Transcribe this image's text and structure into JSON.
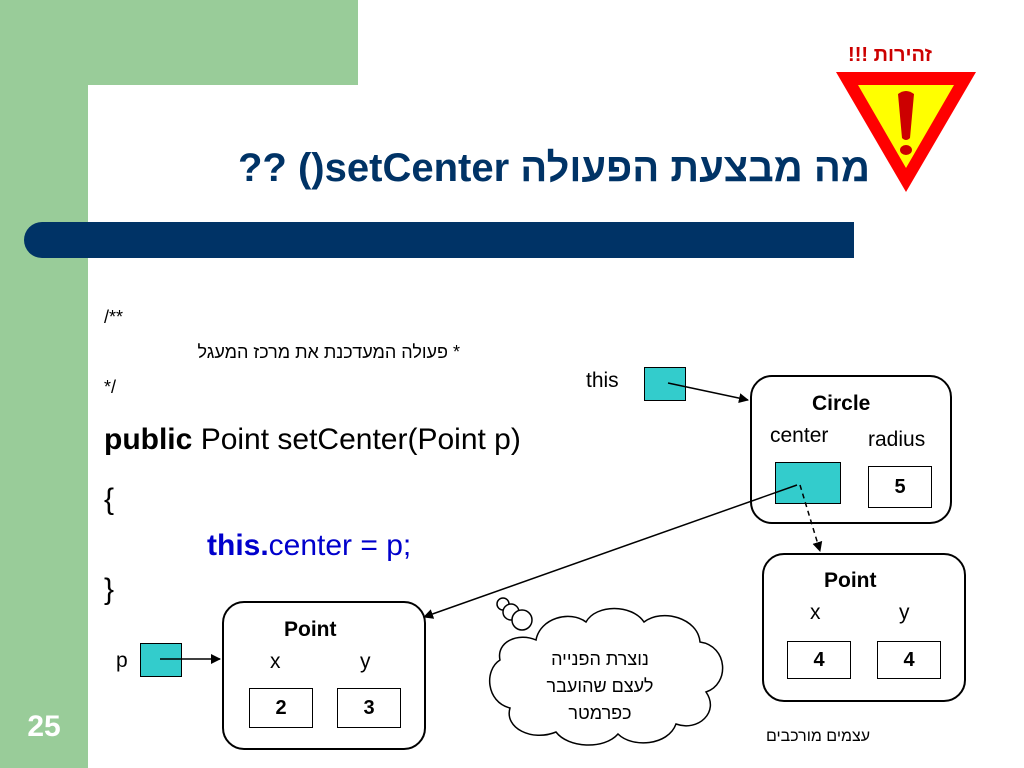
{
  "slide": {
    "title": "מה מבצעת הפעולה setCenter() ??",
    "page_number": "25",
    "footer": "עצמים מורכבים"
  },
  "warning": {
    "label": "זהירות !!!"
  },
  "code": {
    "comment_open": "/**",
    "comment_text": "* פעולה המעדכנת את מרכז המעגל",
    "comment_close": "*/",
    "signature_keyword": "public",
    "signature_rest": "Point setCenter(Point p)",
    "open_brace": "{",
    "body_keyword": "this.",
    "body_rest": "center = p;",
    "close_brace": "}"
  },
  "diagram": {
    "this_label": "this",
    "p_label": "p",
    "circle": {
      "title": "Circle",
      "field1": "center",
      "field2": "radius",
      "radius_value": "5"
    },
    "point_right": {
      "title": "Point",
      "x_label": "x",
      "y_label": "y",
      "x_value": "4",
      "y_value": "4"
    },
    "point_left": {
      "title": "Point",
      "x_label": "x",
      "y_label": "y",
      "x_value": "2",
      "y_value": "3"
    },
    "cloud": {
      "line1": "נוצרת הפנייה",
      "line2": "לעצם שהועבר",
      "line3": "כפרמטר"
    }
  },
  "colors": {
    "title": "#003366",
    "sidebar": "#99CC99",
    "keyword_blue": "#0000CC",
    "reference_cyan": "#33CCCC",
    "warning_red": "#FF0000",
    "warning_yellow": "#FFFF00"
  }
}
